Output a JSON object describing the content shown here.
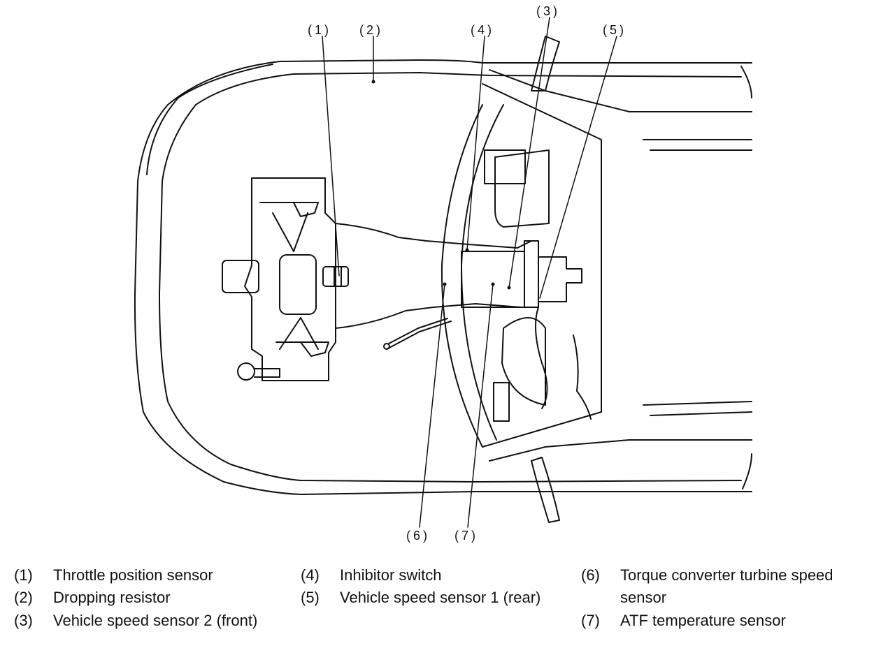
{
  "callouts": {
    "c1": "(1)",
    "c2": "(2)",
    "c3": "(3)",
    "c4": "(4)",
    "c5": "(5)",
    "c6": "(6)",
    "c7": "(7)"
  },
  "legend": [
    {
      "num": "(1)",
      "text": "Throttle position sensor"
    },
    {
      "num": "(2)",
      "text": "Dropping resistor"
    },
    {
      "num": "(3)",
      "text": "Vehicle speed sensor 2 (front)"
    },
    {
      "num": "(4)",
      "text": "Inhibitor switch"
    },
    {
      "num": "(5)",
      "text": "Vehicle speed sensor 1 (rear)"
    },
    {
      "num": "(6)",
      "text": "Torque converter turbine speed"
    },
    {
      "num": "",
      "text": "sensor"
    },
    {
      "num": "(7)",
      "text": "ATF temperature sensor"
    }
  ]
}
